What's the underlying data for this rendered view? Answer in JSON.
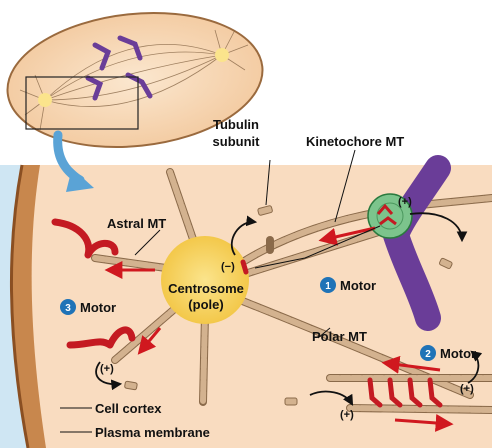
{
  "labels": {
    "tubulin_line1": "Tubulin",
    "tubulin_line2": "subunit",
    "kinetochore_mt": "Kinetochore MT",
    "astral_mt": "Astral MT",
    "centrosome_line1": "Centrosome",
    "centrosome_line2": "(pole)",
    "motor1": "Motor",
    "motor3": "Motor",
    "polar_mt": "Polar MT",
    "motor2": "Motor",
    "cell_cortex": "Cell cortex",
    "plasma_membrane": "Plasma membrane"
  },
  "markers": {
    "minus": "(−)",
    "plus": "(+)",
    "num1": "1",
    "num2": "2",
    "num3": "3"
  },
  "colors": {
    "cytoplasm": "#f9dcc0",
    "cortex": "#c8874d",
    "membrane": "#8a4f22",
    "extracellular": "#cfe6f3",
    "centrosome": "#f6d467",
    "microtubule": "#d3b28f",
    "microtubule_edge": "#8a6a4a",
    "motor": "#c41a22",
    "arrow_red": "#d0181f",
    "chromosome": "#6a3d98",
    "kinetochore": "#7cc48c",
    "step_badge": "#1f73b7",
    "inset_zoom_arrow": "#5aa3d6"
  },
  "icons": {
    "inset": "mitotic-spindle-overview-icon",
    "zoom": "zoom-arrow-icon",
    "badge": "numbered-circle-icon"
  }
}
